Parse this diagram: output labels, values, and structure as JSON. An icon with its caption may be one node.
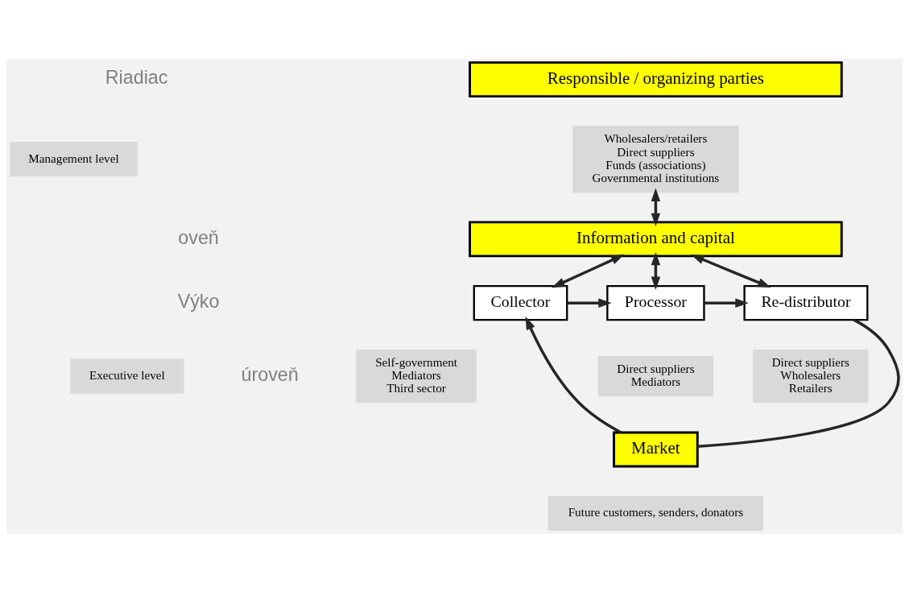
{
  "diagram": {
    "nodes": [
      {
        "text": [
          "Management level"
        ]
      },
      {
        "text": [
          "Responsible / organizing parties"
        ]
      },
      {
        "text": [
          "Wholesalers/retailers",
          "Direct suppliers",
          "Funds (associations)",
          "Governmental institutions"
        ]
      },
      {
        "text": [
          "Information and capital"
        ]
      },
      {
        "text": [
          "Collector"
        ]
      },
      {
        "text": [
          "Processor"
        ]
      },
      {
        "text": [
          "Re-distributor"
        ]
      },
      {
        "text": [
          "Self-government",
          "Mediators",
          "Third sector"
        ]
      },
      {
        "text": [
          "Direct suppliers",
          "Mediators"
        ]
      },
      {
        "text": [
          "Direct suppliers",
          "Wholesalers",
          "Retailers"
        ]
      },
      {
        "text": [
          "Executive level"
        ]
      },
      {
        "text": [
          "Market"
        ]
      },
      {
        "text": [
          "Future customers, senders, donators"
        ]
      }
    ],
    "edges": [
      {
        "from": 2,
        "to": 3,
        "arrow": "both"
      },
      {
        "from": 3,
        "to": 4,
        "arrow": "both"
      },
      {
        "from": 3,
        "to": 5,
        "arrow": "both"
      },
      {
        "from": 3,
        "to": 6,
        "arrow": "both"
      },
      {
        "from": 4,
        "to": 5,
        "arrow": "to"
      },
      {
        "from": 5,
        "to": 6,
        "arrow": "to"
      },
      {
        "from": 6,
        "to": 11,
        "arrow": "none"
      },
      {
        "from": 11,
        "to": 4,
        "arrow": "to"
      }
    ],
    "labels": [
      "Riadiac",
      "oveň",
      "Výko",
      "úroveň"
    ]
  }
}
